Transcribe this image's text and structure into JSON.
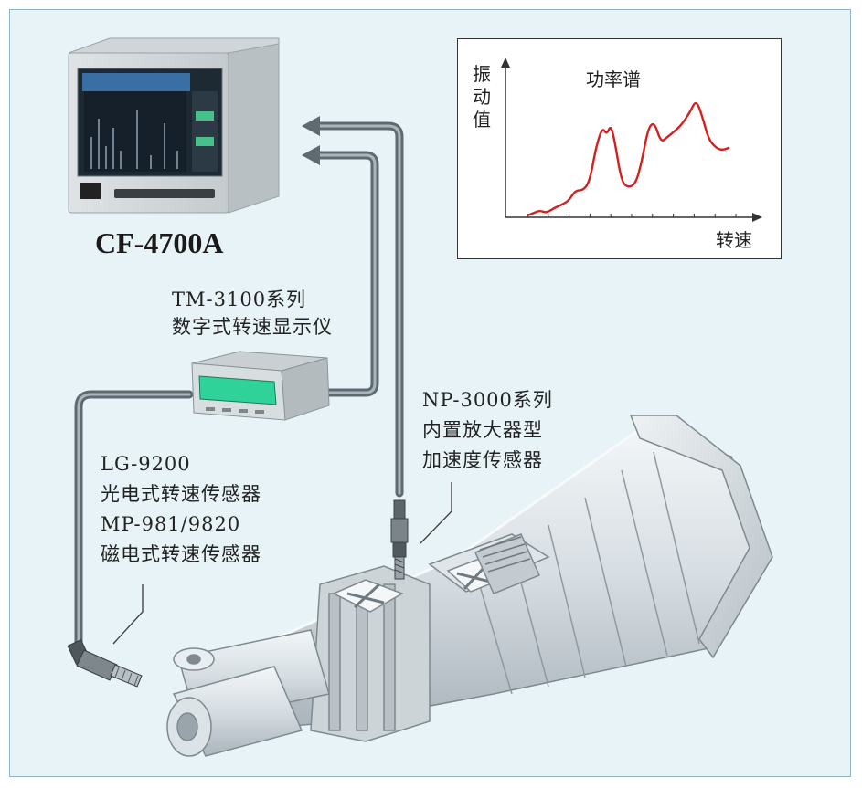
{
  "device": {
    "model": "CF-4700A"
  },
  "tachometer": {
    "model": "TM-3100系列",
    "description": "数字式转速显示仪"
  },
  "accelerometer": {
    "model": "NP-3000系列",
    "line2": "内置放大器型",
    "line3": "加速度传感器"
  },
  "speed_sensors": {
    "optical_model": "LG-9200",
    "optical_desc": "光电式转速传感器",
    "magnetic_model": "MP-981/9820",
    "magnetic_desc": "磁电式转速传感器"
  },
  "chart_data": {
    "type": "line",
    "title": "功率谱",
    "xlabel": "转速",
    "ylabel": "振动值",
    "x": [
      0.0,
      0.03,
      0.06,
      0.09,
      0.13,
      0.17,
      0.2,
      0.23,
      0.27,
      0.3,
      0.33,
      0.36,
      0.38,
      0.4,
      0.42,
      0.45,
      0.48,
      0.52,
      0.55,
      0.58,
      0.61,
      0.64,
      0.67,
      0.7,
      0.74,
      0.78,
      0.81,
      0.84,
      0.87,
      0.91,
      0.94,
      0.97
    ],
    "y": [
      0.0,
      0.02,
      0.04,
      0.02,
      0.06,
      0.09,
      0.12,
      0.2,
      0.2,
      0.28,
      0.55,
      0.7,
      0.64,
      0.72,
      0.58,
      0.28,
      0.22,
      0.25,
      0.44,
      0.7,
      0.74,
      0.58,
      0.62,
      0.66,
      0.72,
      0.82,
      0.92,
      0.78,
      0.6,
      0.53,
      0.52,
      0.54
    ],
    "ylim": [
      0,
      1
    ],
    "series_color": "#d42020",
    "grid": false
  },
  "colors": {
    "panel_bg": "#e7f3f6",
    "cable": "#5e6a70",
    "cable_inner": "#a8b6bd",
    "curve": "#d42020"
  }
}
